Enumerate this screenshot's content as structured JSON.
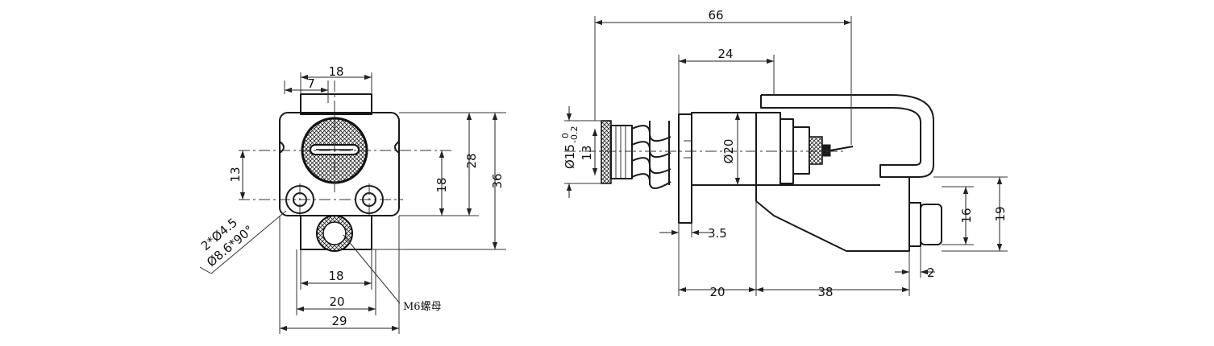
{
  "front_view": {
    "dims": {
      "top_width": "18",
      "slot_offset": "7",
      "hole_spacing_v": "13",
      "center_height": "18",
      "plate_height": "28",
      "total_height": "36",
      "bottom_inner": "18",
      "bottom_mid": "20",
      "bottom_total": "29"
    },
    "hole_callout_line1": "2*Ø4.5",
    "hole_callout_line2": "Ø8.6*90°",
    "nut_label": "M6螺母"
  },
  "side_view": {
    "dims": {
      "overall_length": "66",
      "body_length": "24",
      "body_diameter": "Ø20",
      "plunger_diameter": "Ø15",
      "plunger_tol_upper": "0",
      "plunger_tol_lower": "-0.2",
      "flange_diameter": "13",
      "flange_thickness": "3.5",
      "body_base": "20",
      "bracket_length": "38",
      "knob_offset": "2",
      "knob_height": "16",
      "bracket_height": "19"
    }
  },
  "colors": {
    "line": "#1a1a1a",
    "background": "#ffffff"
  }
}
